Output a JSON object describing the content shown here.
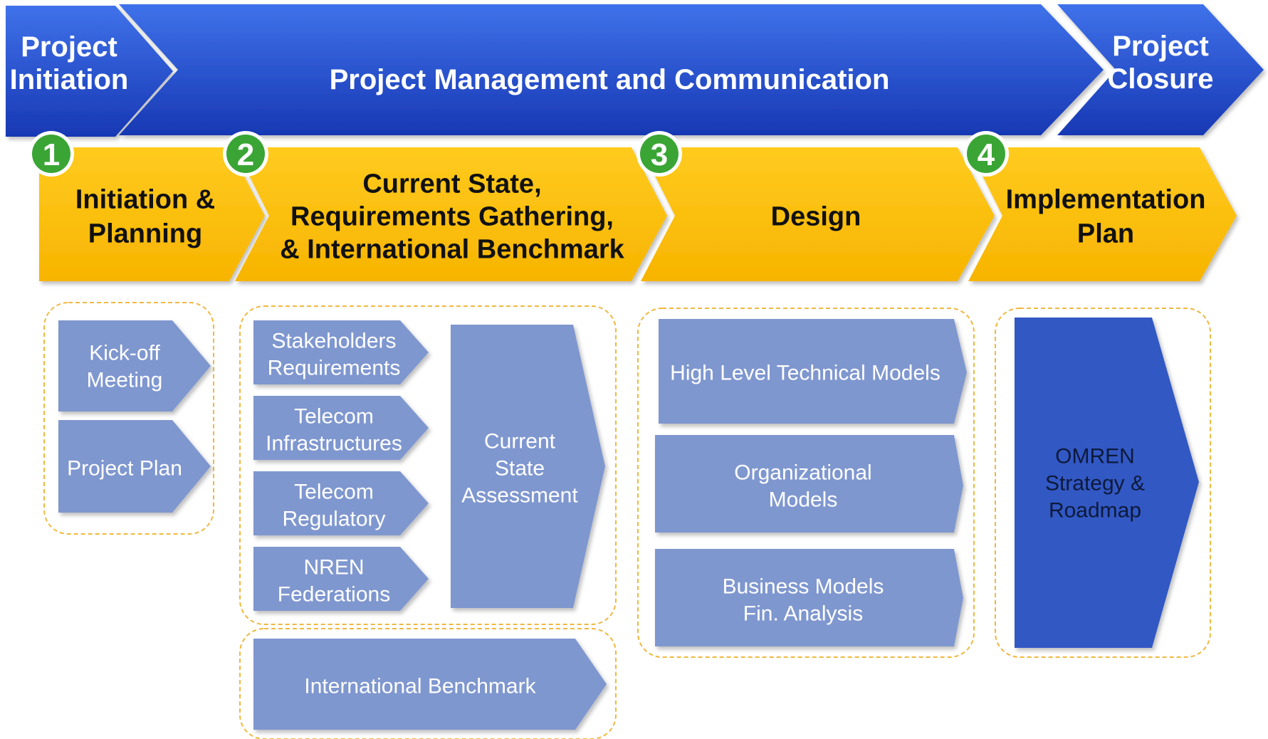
{
  "top_bar": {
    "initiation": [
      "Project",
      "Initiation"
    ],
    "management": [
      "Project Management and Communication"
    ],
    "closure": [
      "Project",
      "Closure"
    ]
  },
  "phases": [
    {
      "number": "1",
      "label": [
        "Initiation &",
        "Planning"
      ]
    },
    {
      "number": "2",
      "label": [
        "Current State,",
        "Requirements Gathering,",
        "& International Benchmark"
      ]
    },
    {
      "number": "3",
      "label": [
        "Design"
      ]
    },
    {
      "number": "4",
      "label": [
        "Implementation",
        "Plan"
      ]
    }
  ],
  "phase1_tasks": [
    {
      "label": [
        "Kick-off",
        "Meeting"
      ]
    },
    {
      "label": [
        "Project Plan"
      ]
    }
  ],
  "phase2_tasks": [
    {
      "label": [
        "Stakeholders",
        "Requirements"
      ]
    },
    {
      "label": [
        "Telecom",
        "Infrastructures"
      ]
    },
    {
      "label": [
        "Telecom",
        "Regulatory"
      ]
    },
    {
      "label": [
        "NREN",
        "Federations"
      ]
    }
  ],
  "phase2_assessment": {
    "label": [
      "Current",
      "State",
      "Assessment"
    ]
  },
  "phase2_benchmark": {
    "label": [
      "International  Benchmark"
    ]
  },
  "phase3_tasks": [
    {
      "label": [
        "High Level Technical Models"
      ]
    },
    {
      "label": [
        "Organizational",
        "Models"
      ]
    },
    {
      "label": [
        "Business Models",
        "Fin. Analysis"
      ]
    }
  ],
  "phase4_output": {
    "label": [
      "OMREN",
      "Strategy &",
      "Roadmap"
    ]
  },
  "colors": {
    "top_blue": "#1f4fcf",
    "phase_yellow": "#ffbf00",
    "task_blue": "#7f97cf",
    "final_blue": "#3259c4",
    "badge_green": "#3aa535",
    "group_border": "#f0b840"
  }
}
